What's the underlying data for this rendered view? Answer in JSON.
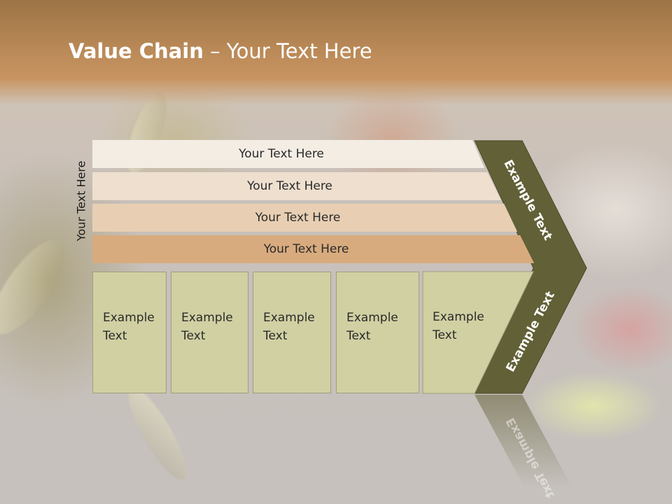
{
  "title": {
    "bold": "Value Chain",
    "rest": " – Your Text Here"
  },
  "side_label": "Your Text Here",
  "bands": [
    {
      "label": "Your Text Here",
      "color": "#f3ede4"
    },
    {
      "label": "Your Text Here",
      "color": "#eedfcf"
    },
    {
      "label": "Your Text Here",
      "color": "#e8cfb3"
    },
    {
      "label": "Your Text Here",
      "color": "#d8ab7e"
    }
  ],
  "cells": [
    {
      "line1": "Example",
      "line2": "Text"
    },
    {
      "line1": "Example",
      "line2": "Text"
    },
    {
      "line1": "Example",
      "line2": "Text"
    },
    {
      "line1": "Example",
      "line2": "Text"
    },
    {
      "line1": "Example",
      "line2": "Text"
    }
  ],
  "chevron": {
    "upper_text": "Example Text",
    "lower_text": "Example Text",
    "color": "#626037"
  },
  "cell_color": "#d0d0a3"
}
